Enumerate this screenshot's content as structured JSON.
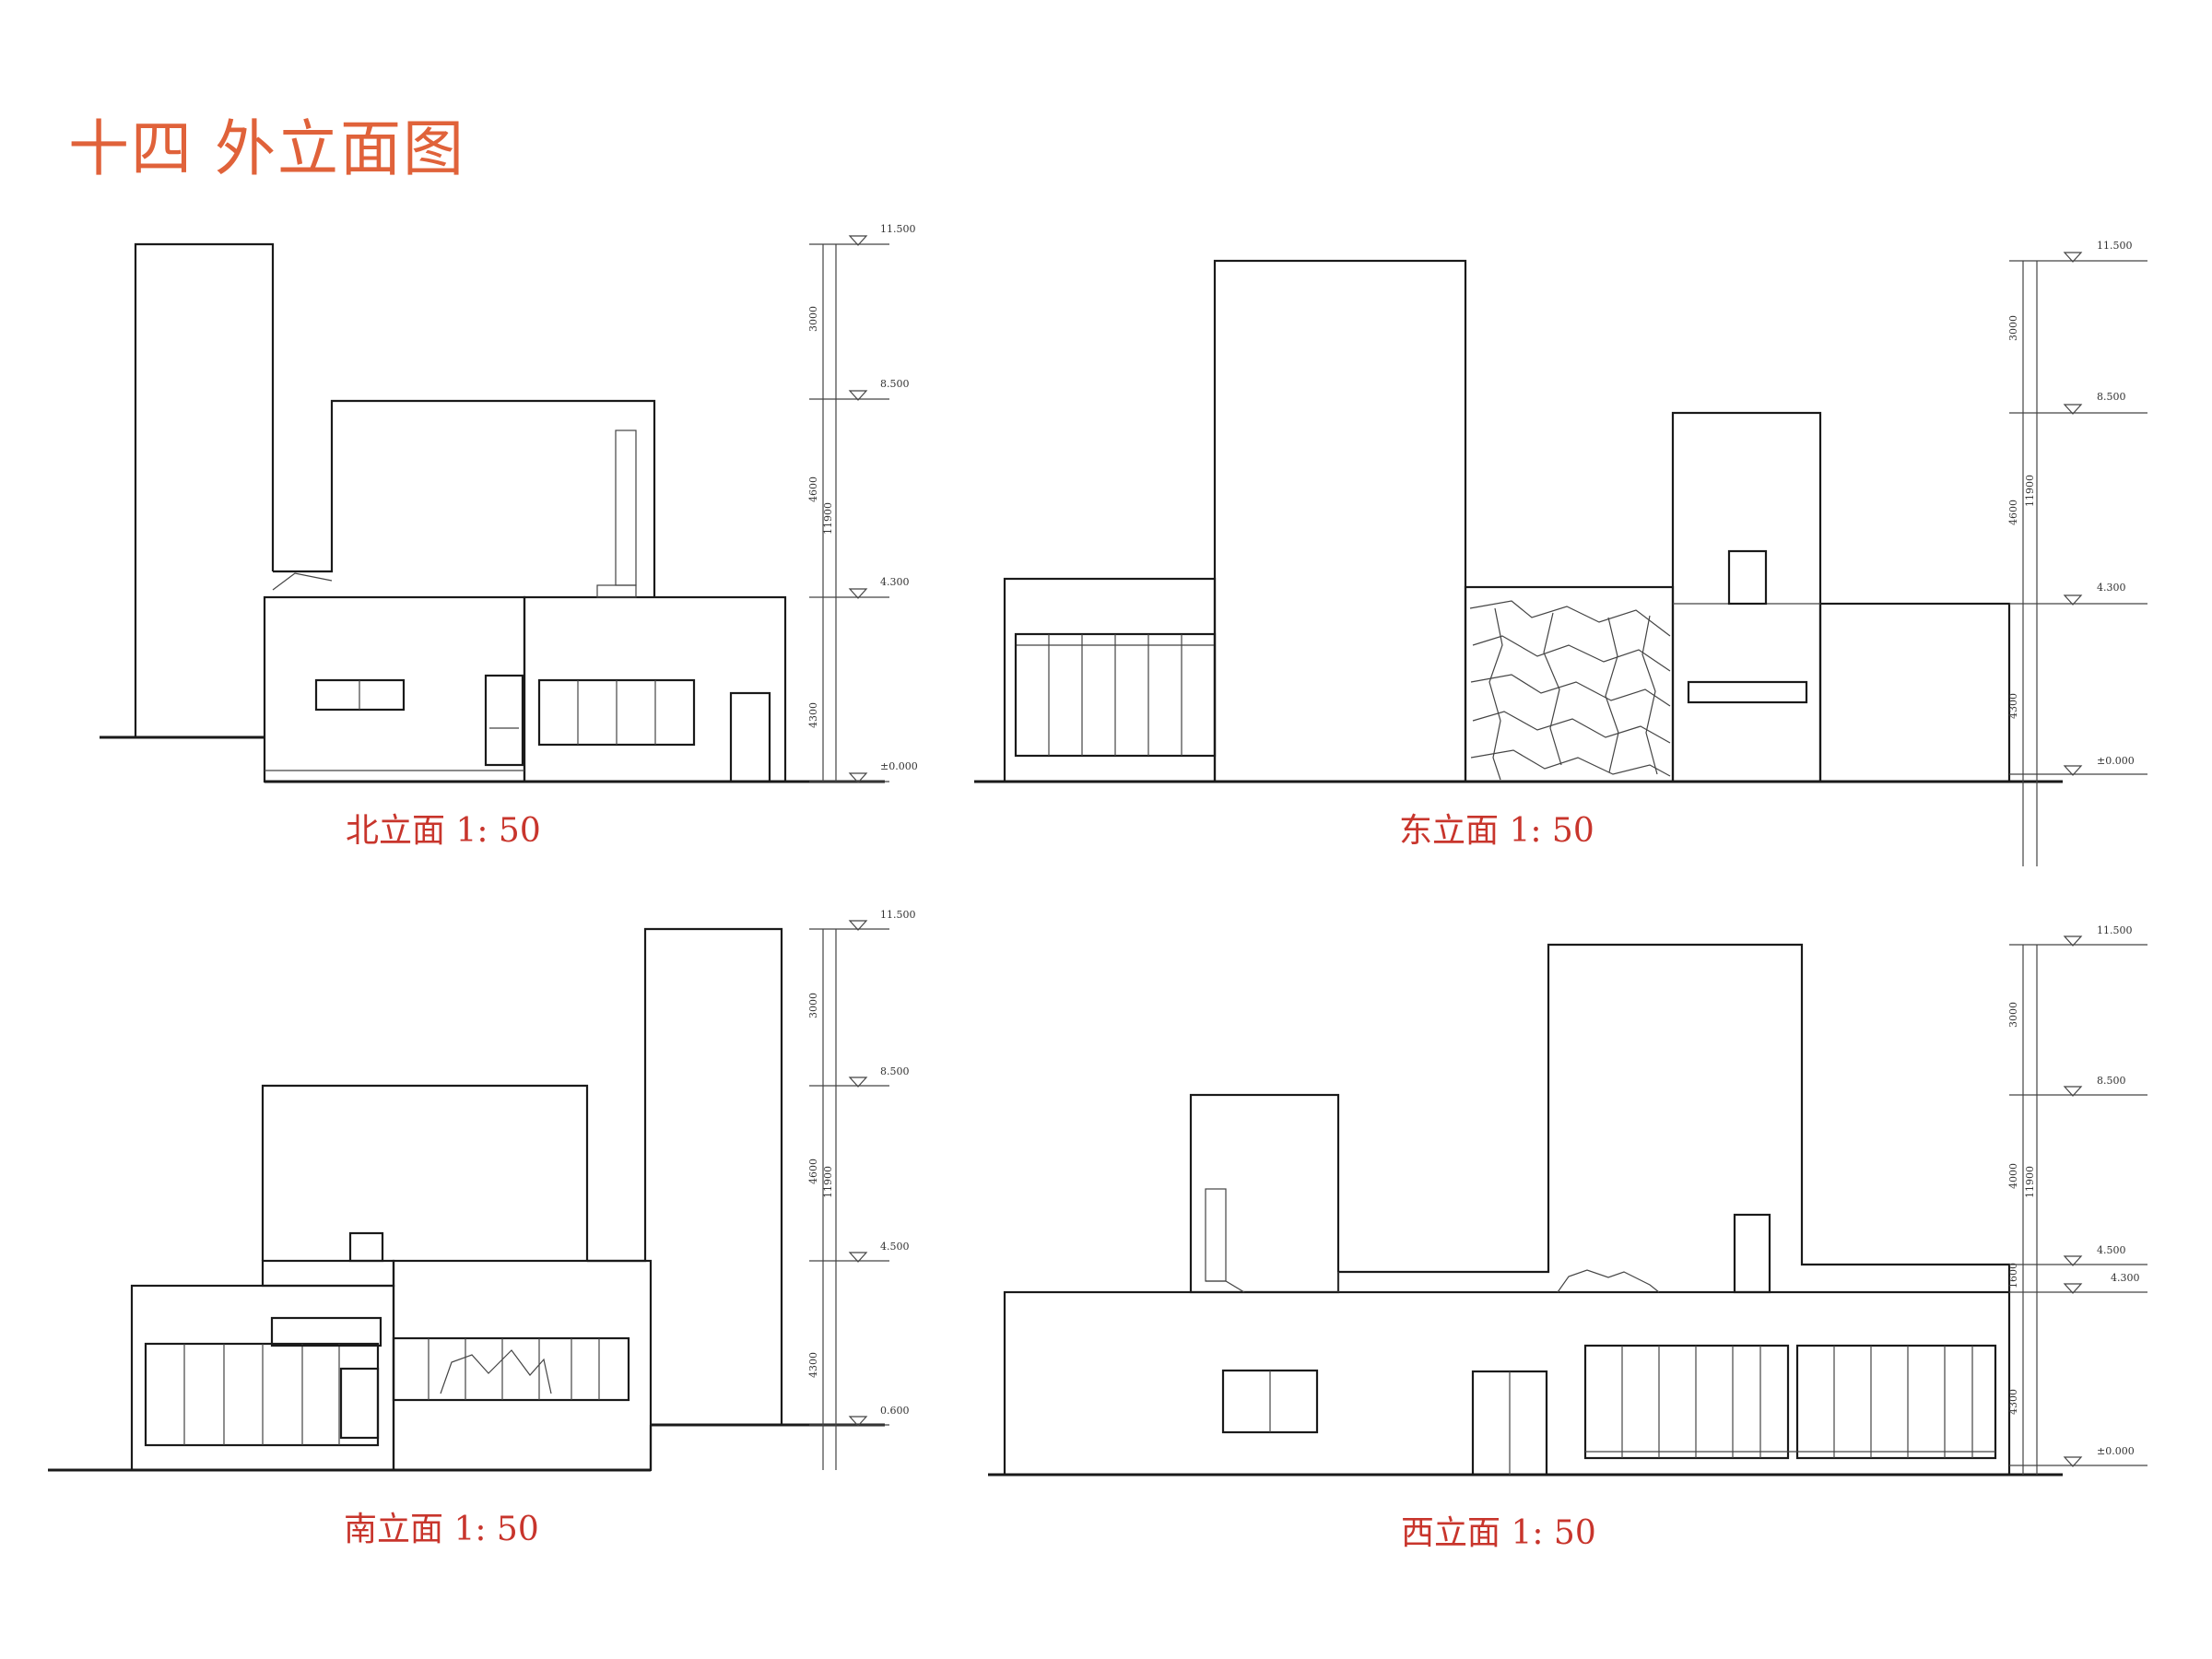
{
  "title": "十四 外立面图",
  "elevations": {
    "north": {
      "caption": "北立面  1:  50",
      "levels": [
        "11.500",
        "8.500",
        "4.300",
        "±0.000"
      ],
      "dims": [
        "3000",
        "4600",
        "11900",
        "4300"
      ]
    },
    "east": {
      "caption": "东立面  1:  50",
      "levels": [
        "11.500",
        "8.500",
        "4.300",
        "±0.000"
      ],
      "dims": [
        "3000",
        "4600",
        "11900",
        "4300"
      ]
    },
    "south": {
      "caption": "南立面  1:  50",
      "levels": [
        "11.500",
        "8.500",
        "4.500",
        "0.600"
      ],
      "dims": [
        "3000",
        "4600",
        "11900",
        "4300"
      ]
    },
    "west": {
      "caption": "西立面  1:  50",
      "levels": [
        "11.500",
        "8.500",
        "4.500",
        "4.300",
        "±0.000"
      ],
      "dims": [
        "3000",
        "4000",
        "11900",
        "1600",
        "4300"
      ]
    }
  }
}
